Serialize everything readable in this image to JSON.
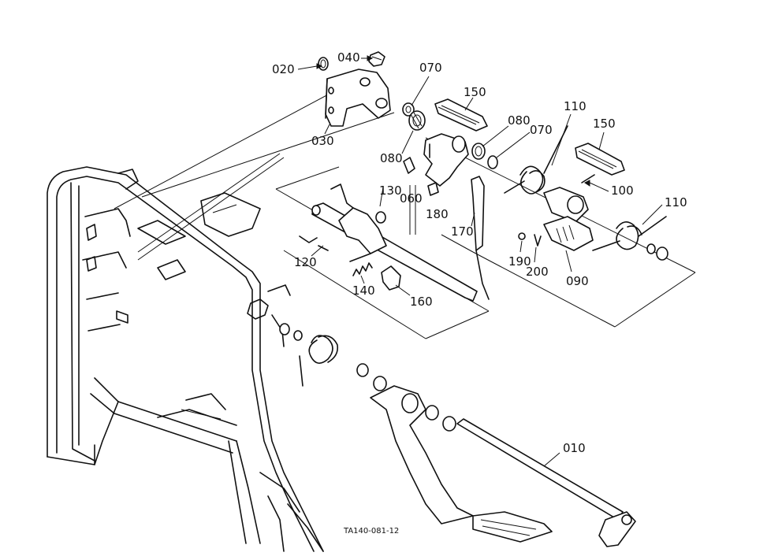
{
  "diagram_code": "TA140-081-12",
  "part_labels": [
    {
      "id": "p020",
      "text": "020"
    },
    {
      "id": "p040",
      "text": "040"
    },
    {
      "id": "p030",
      "text": "030"
    },
    {
      "id": "p070a",
      "text": "070"
    },
    {
      "id": "p150a",
      "text": "150"
    },
    {
      "id": "p080a",
      "text": "080"
    },
    {
      "id": "p070b",
      "text": "070"
    },
    {
      "id": "p110a",
      "text": "110"
    },
    {
      "id": "p150b",
      "text": "150"
    },
    {
      "id": "p080b",
      "text": "080"
    },
    {
      "id": "p060",
      "text": "060"
    },
    {
      "id": "p180",
      "text": "180"
    },
    {
      "id": "p130",
      "text": "130"
    },
    {
      "id": "p100",
      "text": "100"
    },
    {
      "id": "p110b",
      "text": "110"
    },
    {
      "id": "p170",
      "text": "170"
    },
    {
      "id": "p120",
      "text": "120"
    },
    {
      "id": "p190",
      "text": "190"
    },
    {
      "id": "p200",
      "text": "200"
    },
    {
      "id": "p090",
      "text": "090"
    },
    {
      "id": "p140",
      "text": "140"
    },
    {
      "id": "p160",
      "text": "160"
    },
    {
      "id": "p010",
      "text": "010"
    }
  ]
}
